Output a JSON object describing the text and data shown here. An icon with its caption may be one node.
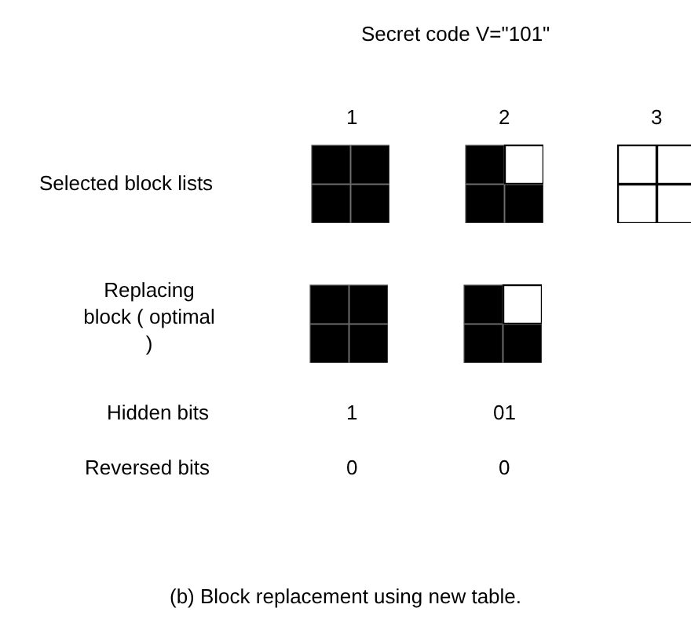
{
  "diagram": {
    "caption": "(b) Block replacement using new table.",
    "nodes": [
      {
        "text": [],
        "shape": "box"
      },
      {
        "text": [],
        "shape": "box"
      },
      {
        "text": [],
        "shape": "box"
      },
      {
        "text": [],
        "shape": "box"
      },
      {
        "text": [],
        "shape": "box"
      }
    ],
    "edges": [],
    "labels": [
      "Secret code V=\"101\"",
      "1",
      "2",
      "3",
      "Selected block lists",
      "Replacing block ( optimal )",
      "Hidden bits",
      "1",
      "01",
      "Reversed bits",
      "0",
      "0"
    ]
  }
}
